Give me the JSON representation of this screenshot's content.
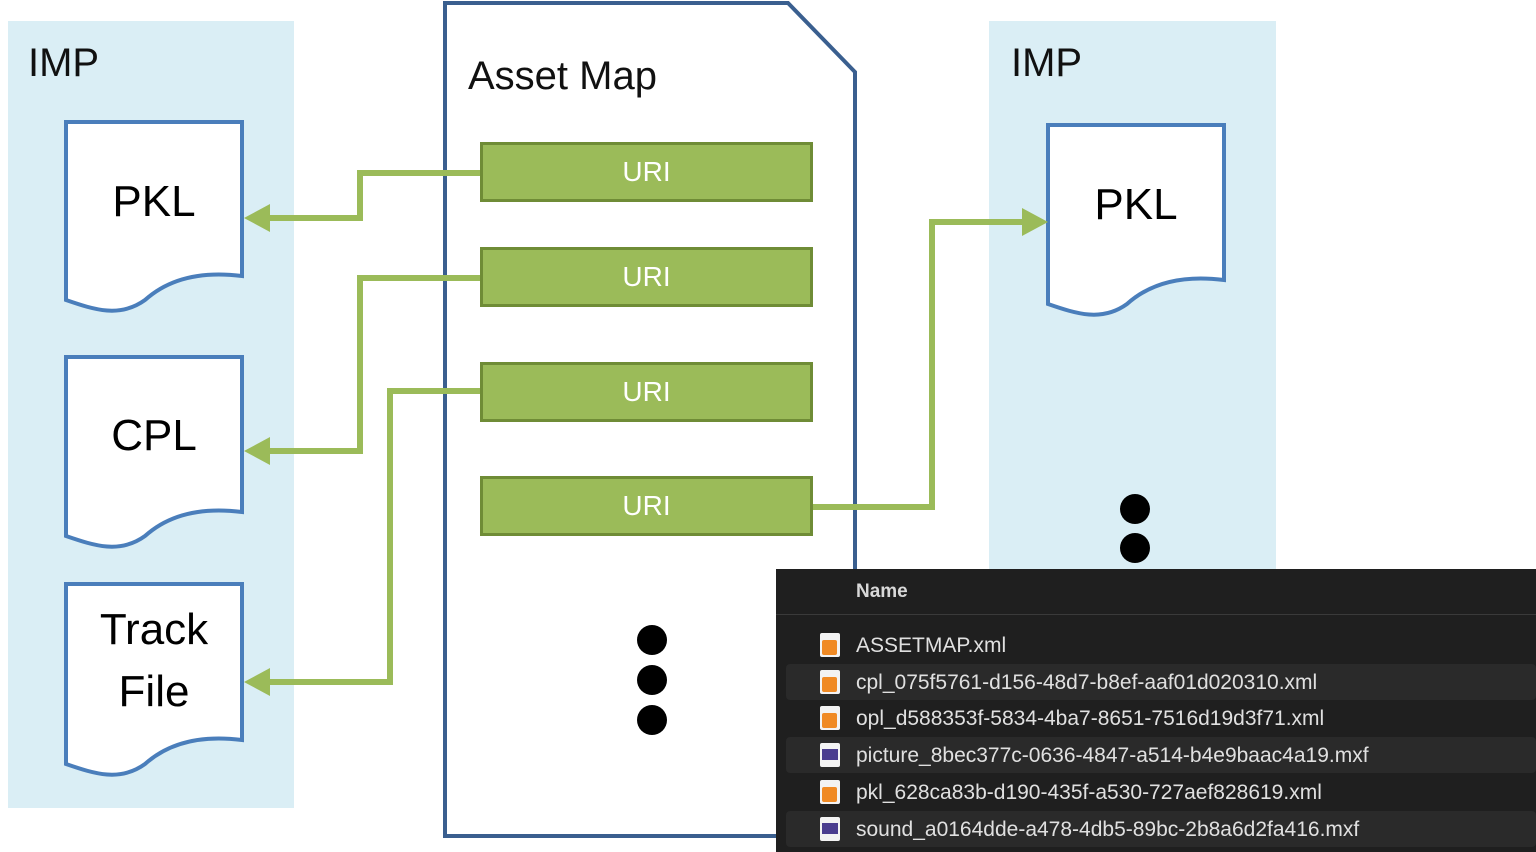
{
  "left_imp": {
    "title": "IMP",
    "docs": [
      {
        "label": "PKL"
      },
      {
        "label": "CPL"
      },
      {
        "label_line1": "Track",
        "label_line2": "File"
      }
    ]
  },
  "asset_map": {
    "title": "Asset Map",
    "uris": [
      "URI",
      "URI",
      "URI",
      "URI"
    ]
  },
  "right_imp": {
    "title": "IMP",
    "docs": [
      {
        "label": "PKL"
      }
    ]
  },
  "colors": {
    "imp_panel": "#daeef5",
    "doc_border": "#4a7ebb",
    "assetmap_border": "#3a5f8f",
    "uri_fill": "#9bbb59",
    "uri_border": "#6f8c36",
    "arrow": "#9bbb59",
    "finder_bg": "#1f1f1f"
  },
  "file_list": {
    "column_header": "Name",
    "files": [
      {
        "name": "ASSETMAP.xml",
        "icon": "xml-file-icon"
      },
      {
        "name": "cpl_075f5761-d156-48d7-b8ef-aaf01d020310.xml",
        "icon": "xml-file-icon"
      },
      {
        "name": "opl_d588353f-5834-4ba7-8651-7516d19d3f71.xml",
        "icon": "xml-file-icon"
      },
      {
        "name": "picture_8bec377c-0636-4847-a514-b4e9baac4a19.mxf",
        "icon": "mxf-file-icon"
      },
      {
        "name": "pkl_628ca83b-d190-435f-a530-727aef828619.xml",
        "icon": "xml-file-icon"
      },
      {
        "name": "sound_a0164dde-a478-4db5-89bc-2b8a6d2fa416.mxf",
        "icon": "mxf-file-icon"
      }
    ]
  }
}
